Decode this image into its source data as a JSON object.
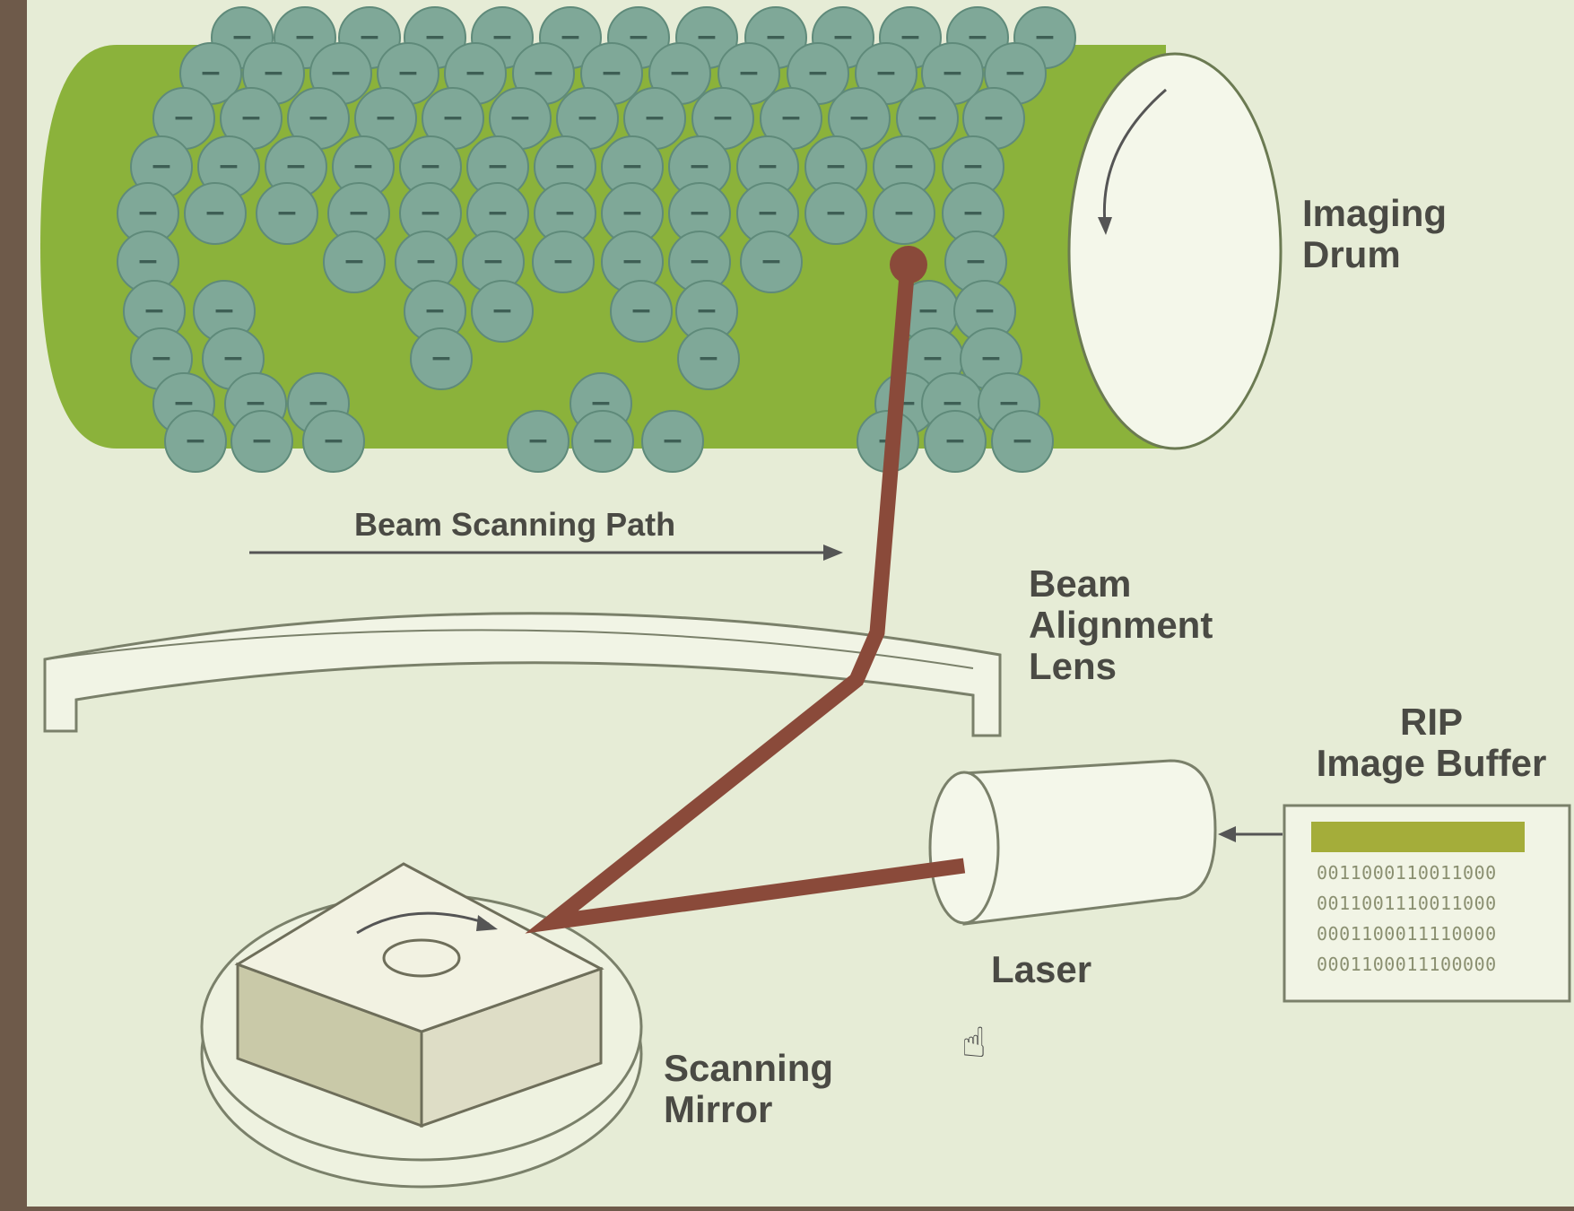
{
  "labels": {
    "imaging_drum": [
      "Imaging",
      "Drum"
    ],
    "beam_scanning_path": "Beam Scanning Path",
    "beam_alignment_lens": [
      "Beam",
      "Alignment",
      "Lens"
    ],
    "rip_image_buffer": [
      "RIP",
      "Image Buffer"
    ],
    "laser": "Laser",
    "scanning_mirror": [
      "Scanning",
      "Mirror"
    ],
    "toner_charge": "−"
  },
  "buffer_rows": [
    "0011000110011000",
    "0011001110011000",
    "0001100011110000",
    "0001100011100000"
  ],
  "colors": {
    "background": "#e6ecd6",
    "drum": "#8bb23b",
    "toner": "#7fa898",
    "beam": "#8a4a3a",
    "buffer_highlight": "#a4ad3a"
  }
}
